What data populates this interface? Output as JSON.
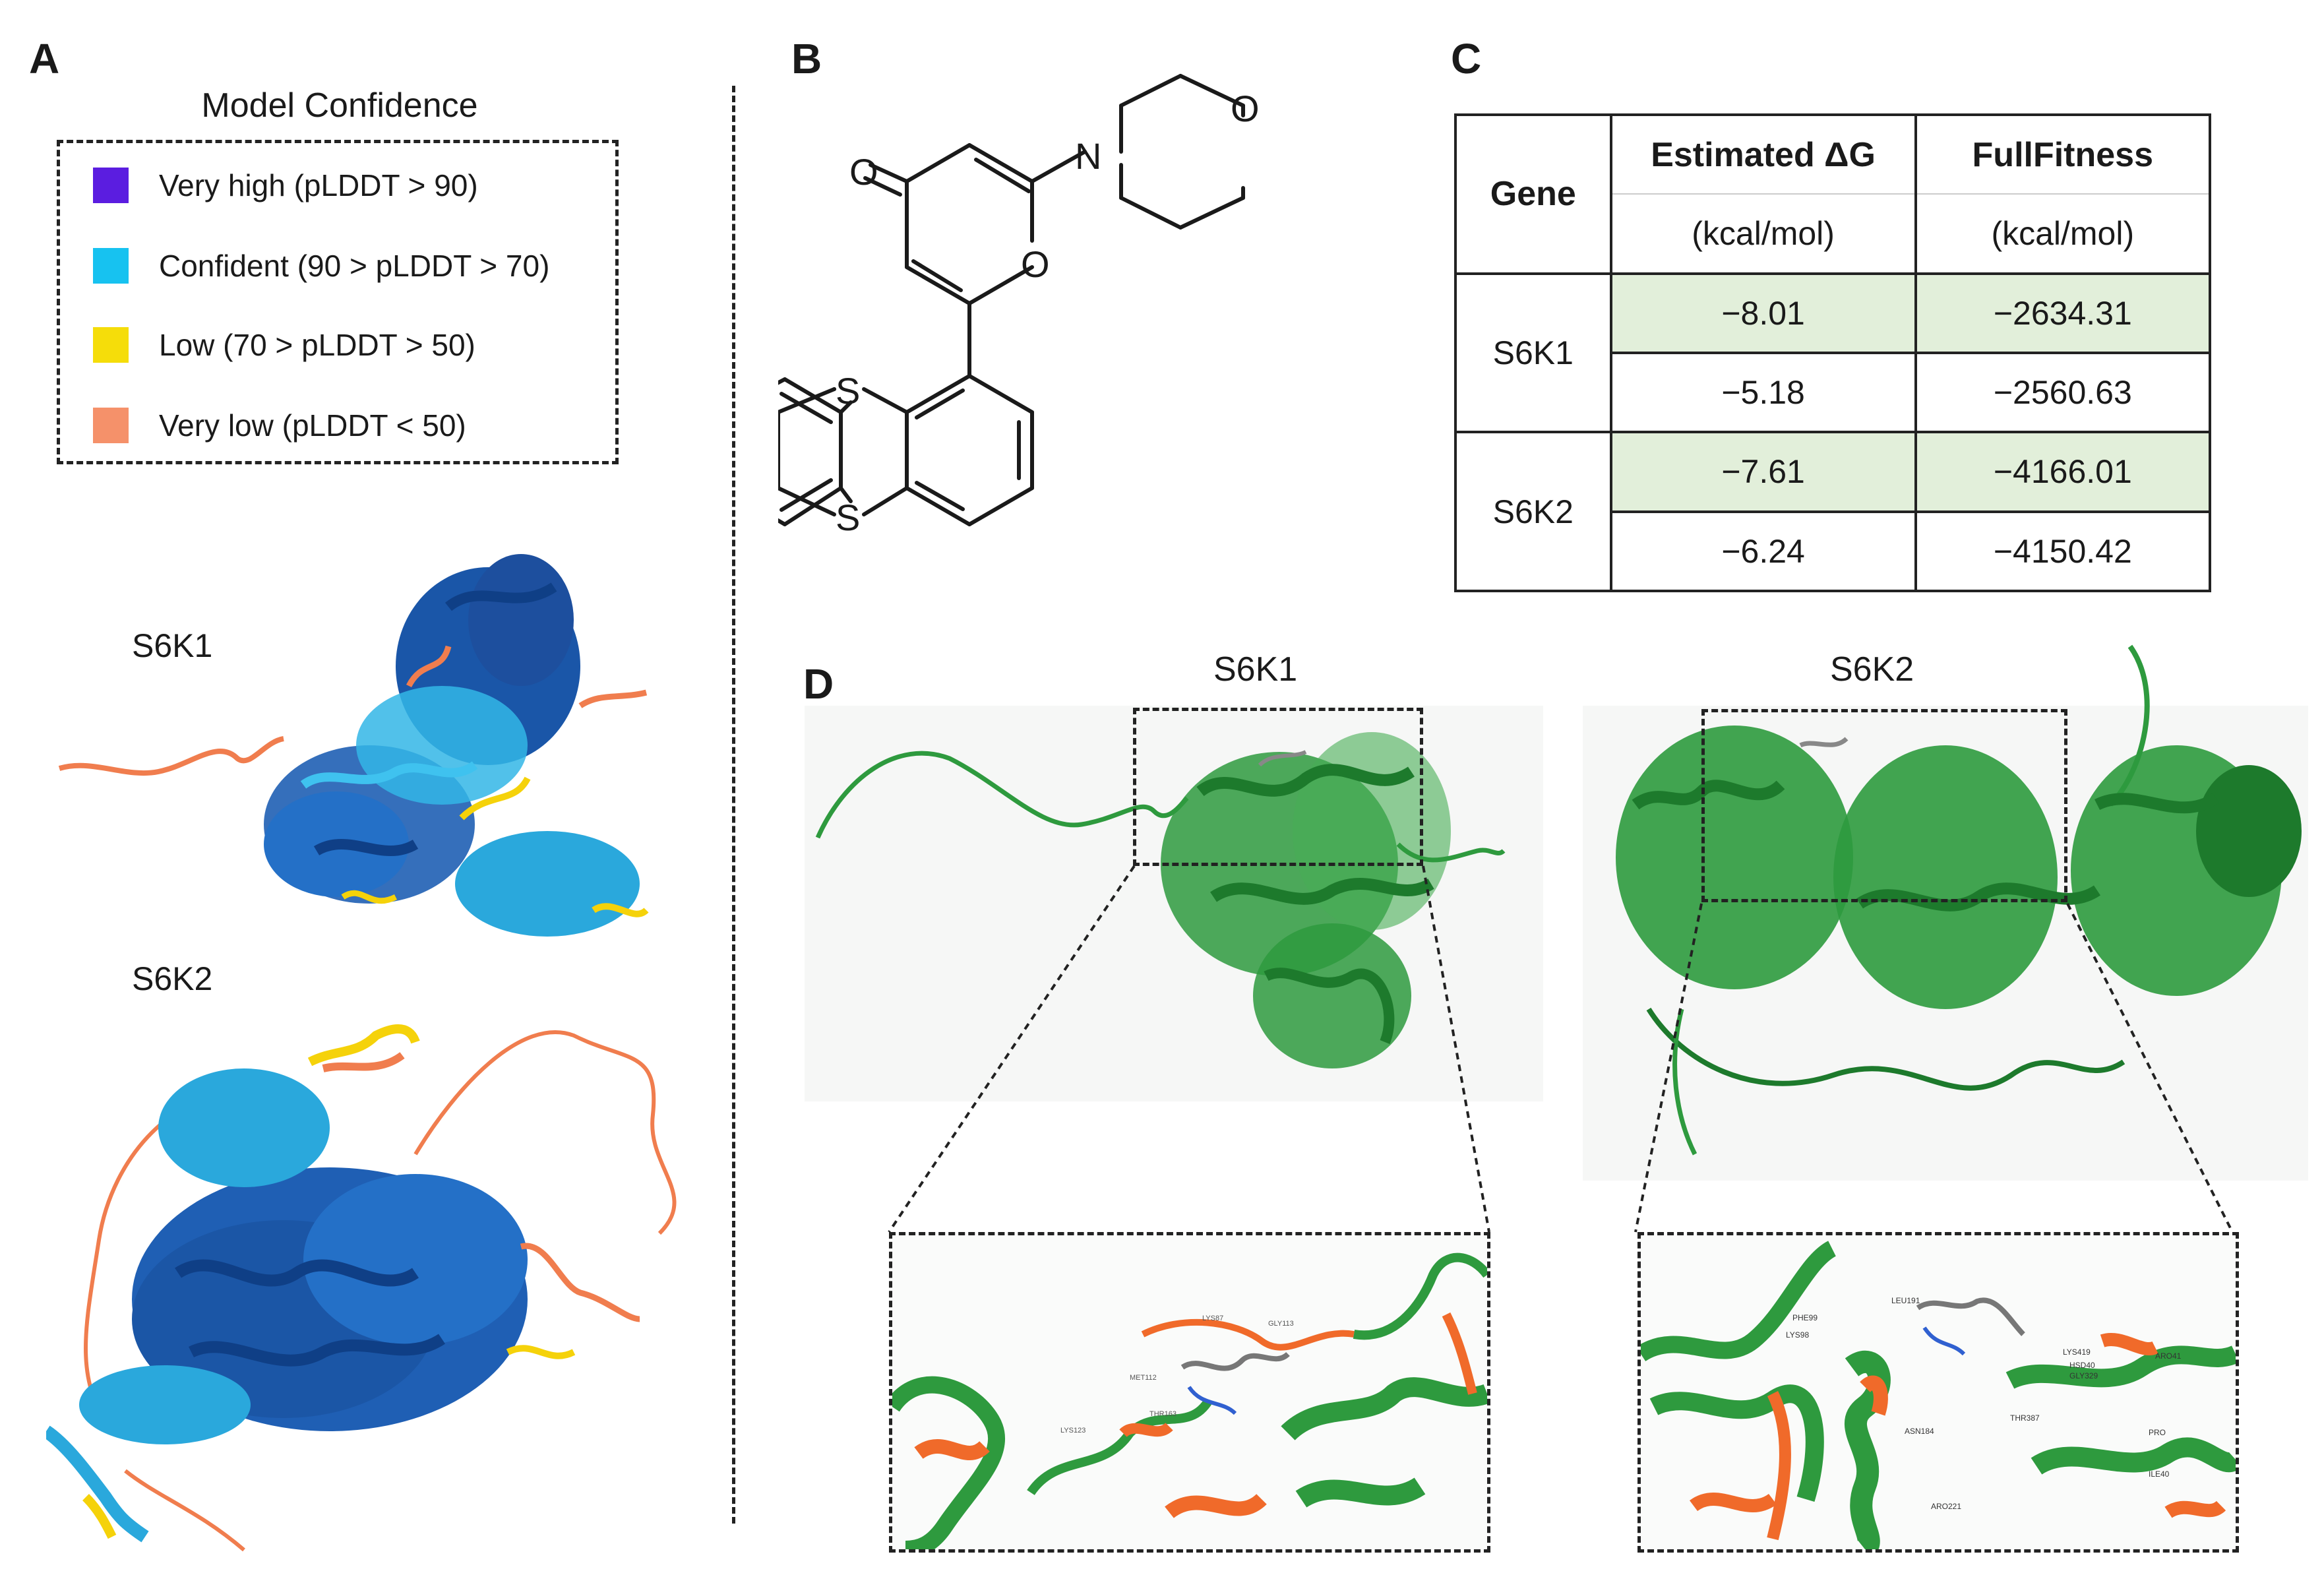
{
  "panels": {
    "a": "A",
    "b": "B",
    "c": "C",
    "d": "D"
  },
  "panel_a": {
    "legend_title": "Model Confidence",
    "legend": [
      {
        "label": "Very high (pLDDT > 90)",
        "color": "#5b1de0"
      },
      {
        "label": "Confident (90 > pLDDT > 70)",
        "color": "#17c2f0"
      },
      {
        "label": "Low (70 > pLDDT > 50)",
        "color": "#f5dd0a"
      },
      {
        "label": "Very low (pLDDT < 50)",
        "color": "#f5916a"
      }
    ],
    "structures": [
      {
        "label": "S6K1"
      },
      {
        "label": "S6K2"
      }
    ]
  },
  "panel_b": {
    "atoms": {
      "o_carbonyl": "O",
      "o_ring": "O",
      "n_morph": "N",
      "o_morph": "O",
      "s_top": "S",
      "s_bottom": "S"
    }
  },
  "panel_c": {
    "header_gene": "Gene",
    "header_dg": "Estimated ΔG",
    "header_ff": "FullFitness",
    "unit_dg": "(kcal/mol)",
    "unit_ff": "(kcal/mol)",
    "rows": [
      {
        "gene": "S6K1",
        "dg": "−8.01",
        "ff": "−2634.31",
        "highlight": true
      },
      {
        "gene": "S6K1",
        "dg": "−5.18",
        "ff": "−2560.63",
        "highlight": false
      },
      {
        "gene": "S6K2",
        "dg": "−7.61",
        "ff": "−4166.01",
        "highlight": true
      },
      {
        "gene": "S6K2",
        "dg": "−6.24",
        "ff": "−4150.42",
        "highlight": false
      }
    ],
    "highlight_color": "#e2efda"
  },
  "panel_d": {
    "titles": [
      "S6K1",
      "S6K2"
    ],
    "residues_s6k1": [
      "LYS87",
      "MET112",
      "THR163",
      "LYS123",
      "GLY113"
    ],
    "residues_s6k2": [
      "LEU191",
      "PHE99",
      "LYS419",
      "HSD40",
      "GLY329",
      "LYS98",
      "ASN184",
      "THR387",
      "ARO221",
      "ILE40",
      "PRO",
      "ARO41"
    ],
    "colors": {
      "ribbon": "#2e9a3e",
      "ribbon_dark": "#1d7a2c",
      "contact": "#f06a2a"
    }
  }
}
